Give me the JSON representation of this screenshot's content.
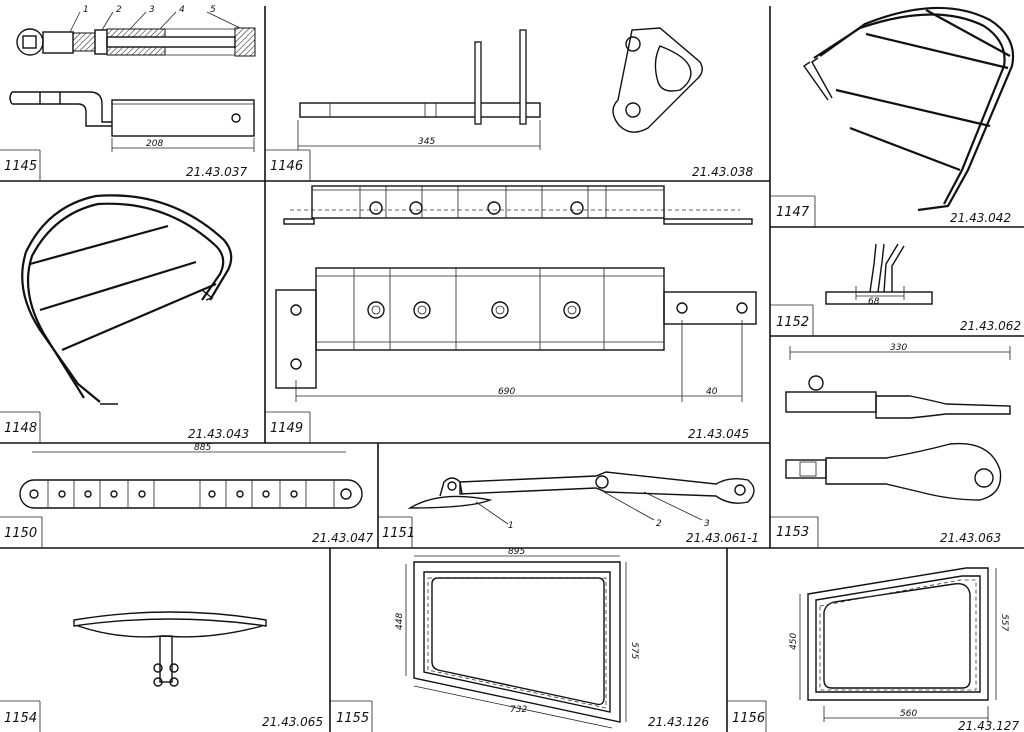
{
  "parts": [
    {
      "num": "1145",
      "code": "21.43.037",
      "dims": [
        "208"
      ],
      "callouts": [
        "1",
        "2",
        "3",
        "4",
        "5"
      ]
    },
    {
      "num": "1146",
      "code": "21.43.038",
      "dims": [
        "345"
      ]
    },
    {
      "num": "1147",
      "code": "21.43.042"
    },
    {
      "num": "1148",
      "code": "21.43.043"
    },
    {
      "num": "1149",
      "code": "21.43.045",
      "dims": [
        "690",
        "40"
      ]
    },
    {
      "num": "1150",
      "code": "21.43.047",
      "dims": [
        "885"
      ]
    },
    {
      "num": "1151",
      "code": "21.43.061-1",
      "callouts": [
        "1",
        "2",
        "3"
      ]
    },
    {
      "num": "1152",
      "code": "21.43.062",
      "dims": [
        "68"
      ]
    },
    {
      "num": "1153",
      "code": "21.43.063",
      "dims": [
        "330"
      ]
    },
    {
      "num": "1154",
      "code": "21.43.065"
    },
    {
      "num": "1155",
      "code": "21.43.126",
      "dims": [
        "895",
        "448",
        "575",
        "732"
      ]
    },
    {
      "num": "1156",
      "code": "21.43.127",
      "dims": [
        "450",
        "557",
        "560"
      ]
    }
  ]
}
